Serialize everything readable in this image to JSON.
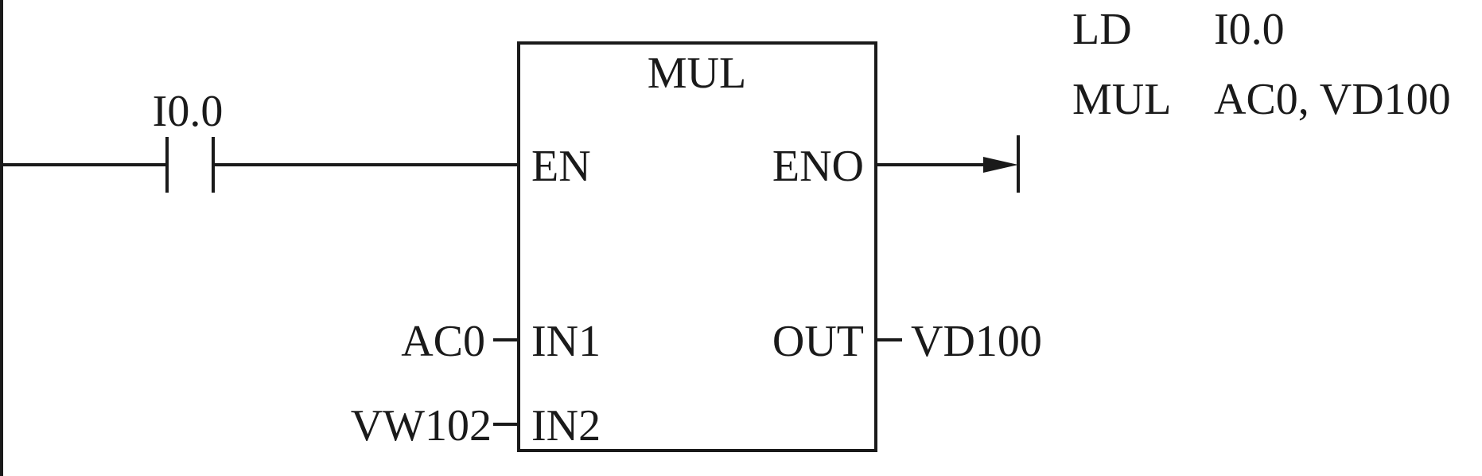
{
  "contact": {
    "label": "I0.0"
  },
  "block": {
    "title": "MUL",
    "en": "EN",
    "eno": "ENO",
    "in1": "IN1",
    "in2": "IN2",
    "out": "OUT"
  },
  "operands": {
    "in1": "AC0",
    "in2": "VW102",
    "out": "VD100"
  },
  "statement_list": [
    {
      "op": "LD",
      "args": "I0.0"
    },
    {
      "op": "MUL",
      "args": "AC0, VD100"
    }
  ]
}
